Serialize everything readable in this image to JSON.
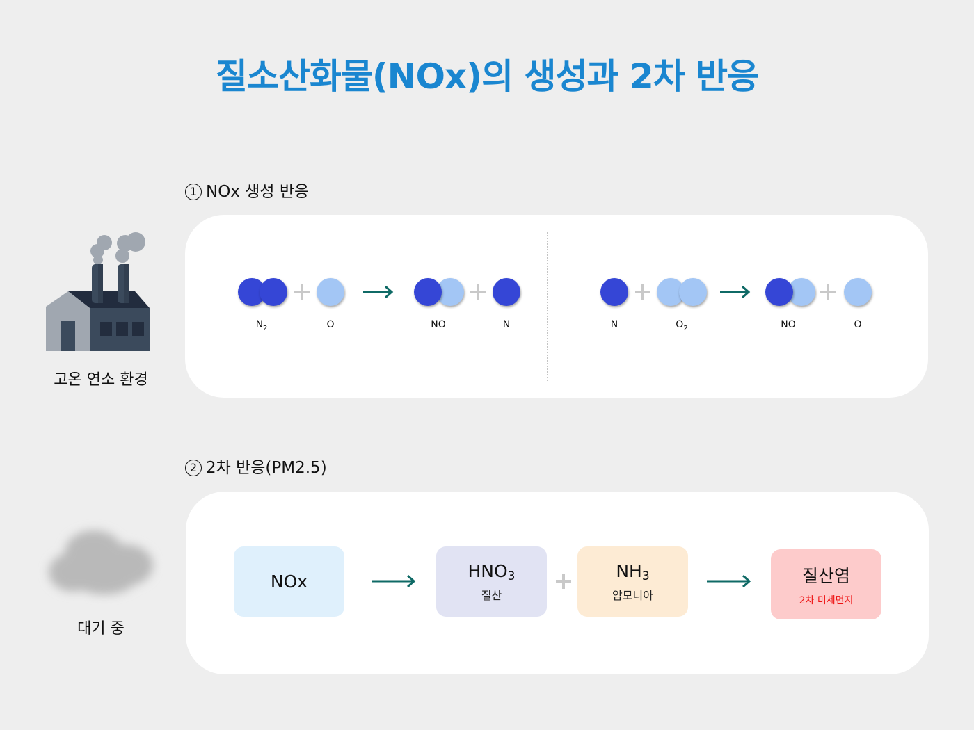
{
  "title": "질소산화물(NOx)의 생성과 2차 반응",
  "section1": {
    "number": "1",
    "label": "NOx 생성 반응",
    "side_caption": "고온 연소 환경",
    "side_icon": "factory-icon",
    "reaction_a": {
      "reactants": [
        {
          "formula": "N",
          "subscript": "2",
          "atoms": [
            "N",
            "N"
          ]
        },
        {
          "formula": "O",
          "subscript": "",
          "atoms": [
            "O"
          ]
        }
      ],
      "products": [
        {
          "formula": "NO",
          "subscript": "",
          "atoms": [
            "N",
            "O"
          ]
        },
        {
          "formula": "N",
          "subscript": "",
          "atoms": [
            "N"
          ]
        }
      ]
    },
    "reaction_b": {
      "reactants": [
        {
          "formula": "N",
          "subscript": "",
          "atoms": [
            "N"
          ]
        },
        {
          "formula": "O",
          "subscript": "2",
          "atoms": [
            "O",
            "O"
          ]
        }
      ],
      "products": [
        {
          "formula": "NO",
          "subscript": "",
          "atoms": [
            "N",
            "O"
          ]
        },
        {
          "formula": "O",
          "subscript": "",
          "atoms": [
            "O"
          ]
        }
      ]
    }
  },
  "section2": {
    "number": "2",
    "label": "2차 반응(PM2.5)",
    "side_caption": "대기 중",
    "side_icon": "smog-cloud-icon",
    "boxes": [
      {
        "main": "NOx",
        "sub": "",
        "desc": "",
        "color": "#dff0fc"
      },
      {
        "main": "HNO",
        "sub": "3",
        "desc": "질산",
        "color": "#e1e3f3"
      },
      {
        "main": "NH",
        "sub": "3",
        "desc": "암모니아",
        "color": "#fdebd4"
      },
      {
        "main": "질산염",
        "sub": "",
        "desc": "2차 미세먼지",
        "color": "#fdcbcb"
      }
    ]
  },
  "colors": {
    "title": "#1a86d0",
    "nitrogen_atom": "#3546d6",
    "oxygen_atom": "#a3c6f5",
    "arrow": "#0f6a66",
    "plus": "#c9c9c9",
    "highlight_text": "#ee1111"
  }
}
